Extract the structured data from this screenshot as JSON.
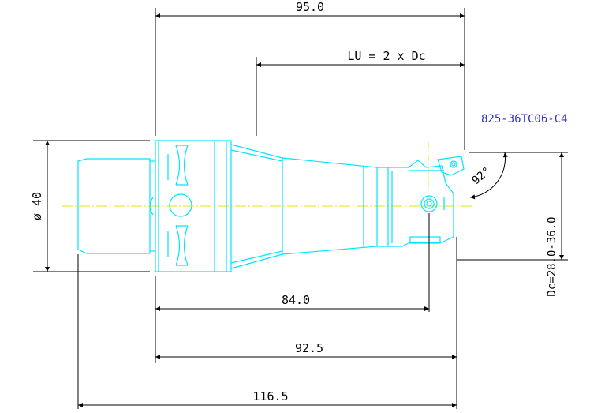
{
  "drawing": {
    "part_number": "825-36TC06-C4",
    "dimensions": {
      "overall_length_top": "95.0",
      "usable_length": "LU = 2 x Dc",
      "shank_diameter": "ø 40",
      "cutting_diameter_range": "Dc=28.0-36.0",
      "angle": "92°",
      "length_84": "84.0",
      "length_92_5": "92.5",
      "length_116_5": "116.5"
    },
    "colors": {
      "outline": "#00e5ff",
      "centerline": "#e6e600",
      "dimension": "#000000",
      "part_label": "#3333cc"
    }
  }
}
